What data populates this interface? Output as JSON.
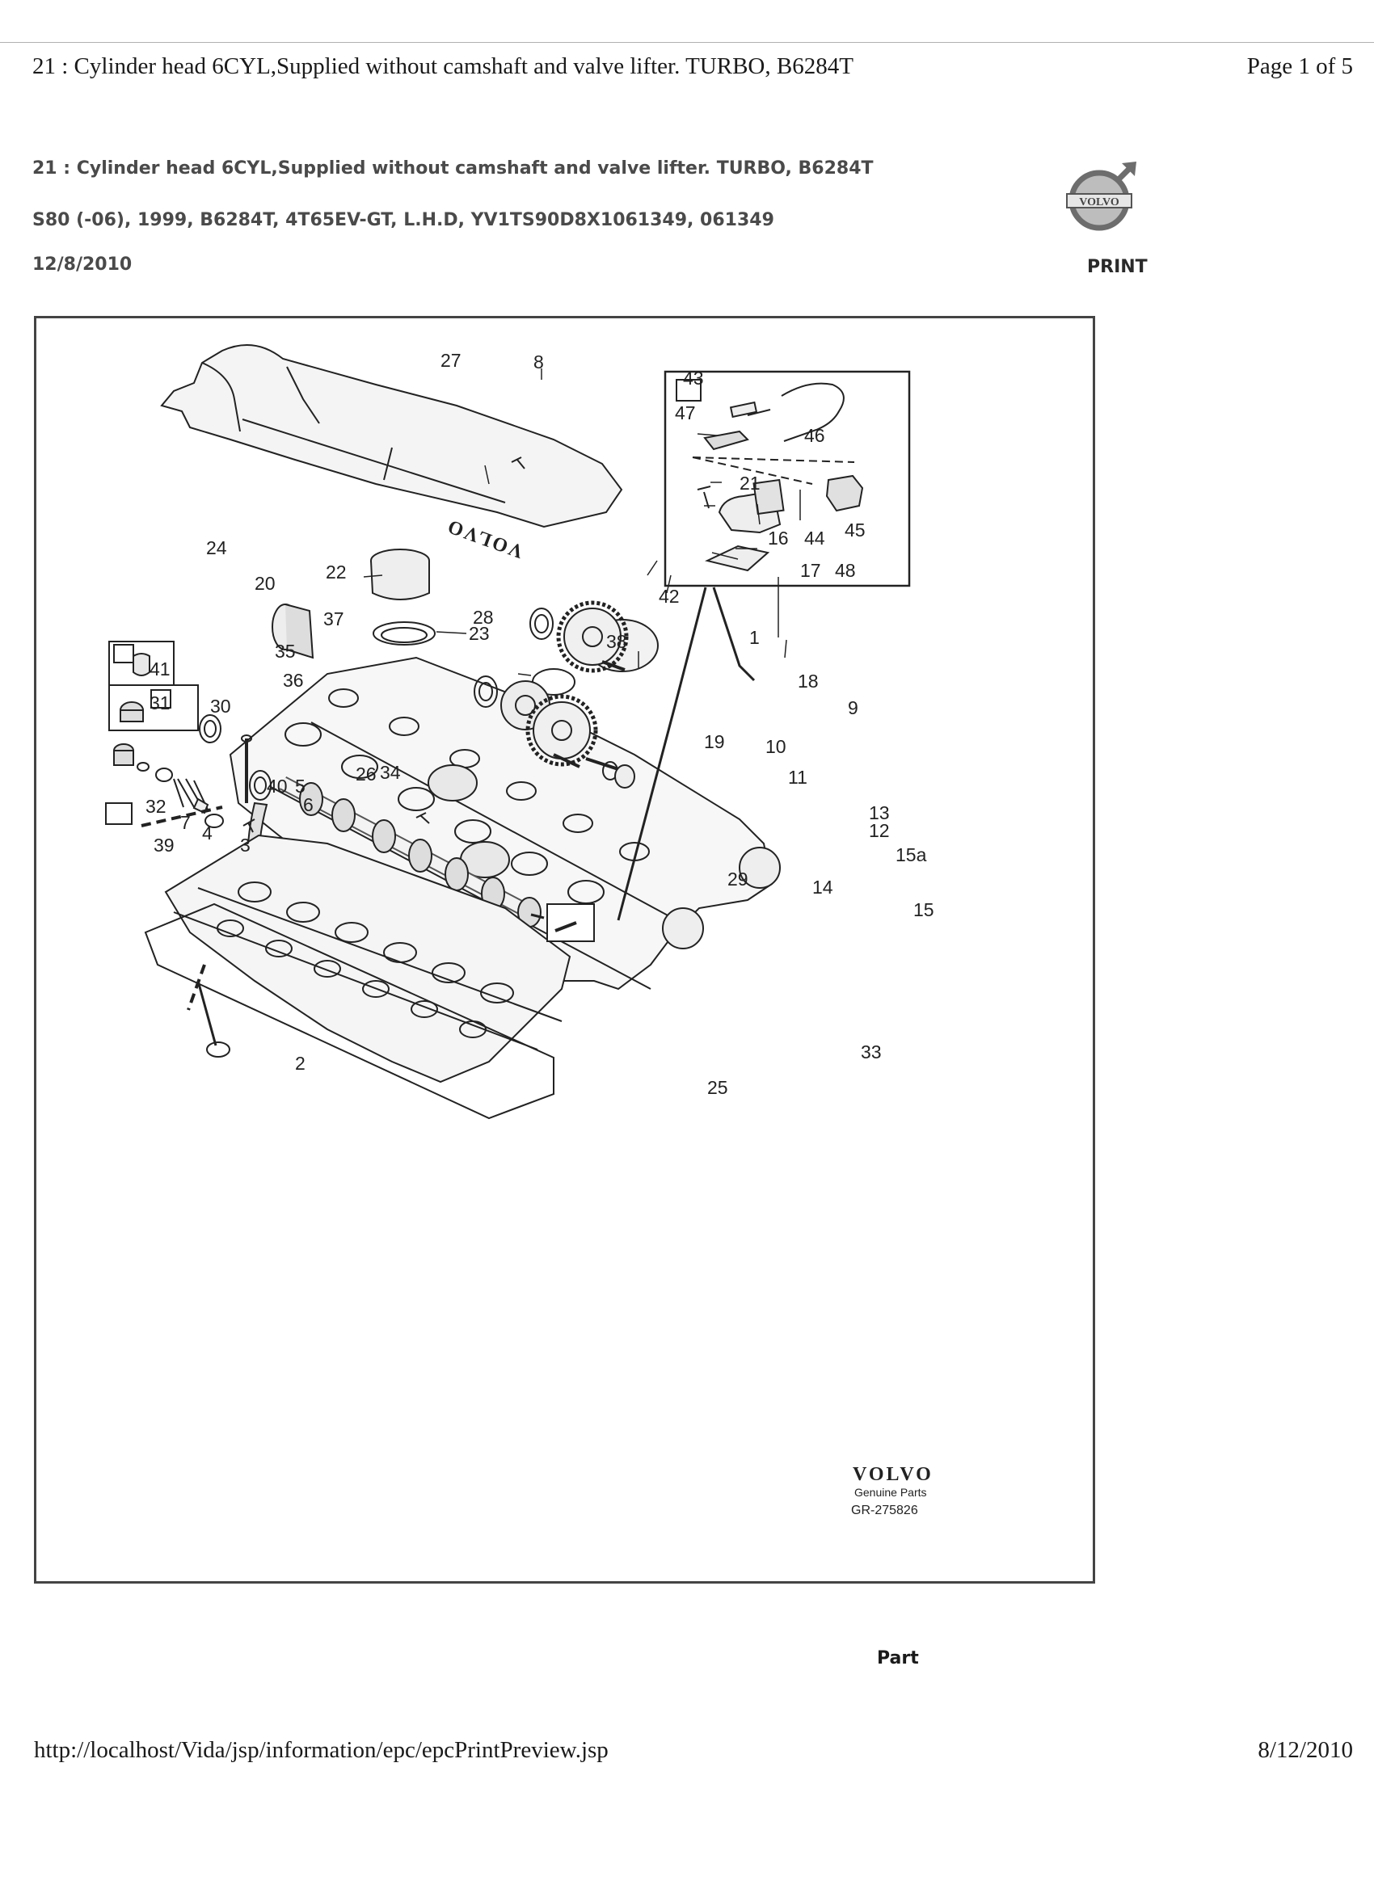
{
  "print_header": {
    "title": "21 : Cylinder head 6CYL,Supplied without camshaft and valve lifter. TURBO, B6284T",
    "page": "Page 1 of 5"
  },
  "document": {
    "section_title": "21 : Cylinder head 6CYL,Supplied without camshaft and valve lifter. TURBO, B6284T",
    "vehicle_info": "S80 (-06), 1999, B6284T, 4T65EV-GT, L.H.D, YV1TS90D8X1061349, 061349",
    "date": "12/8/2010",
    "print_label": "PRINT",
    "logo_text": "VOLVO"
  },
  "diagram": {
    "brand": "VOLVO",
    "brand_sub": "Genuine Parts",
    "reference": "GR-275826",
    "cover_text": "VOLVO",
    "callouts": {
      "c1": "1",
      "c2": "2",
      "c3": "3",
      "c4": "4",
      "c5": "5",
      "c6": "6",
      "c7": "7",
      "c8": "8",
      "c9": "9",
      "c10": "10",
      "c11": "11",
      "c12": "12",
      "c13": "13",
      "c14": "14",
      "c15": "15",
      "c15a": "15a",
      "c16": "16",
      "c17": "17",
      "c18": "18",
      "c19": "19",
      "c20": "20",
      "c21": "21",
      "c22": "22",
      "c23": "23",
      "c24": "24",
      "c25": "25",
      "c26": "26",
      "c27": "27",
      "c28": "28",
      "c29": "29",
      "c30": "30",
      "c31": "31",
      "c32": "32",
      "c33": "33",
      "c34": "34",
      "c35": "35",
      "c36": "36",
      "c37": "37",
      "c38": "38",
      "c39": "39",
      "c40": "40",
      "c41": "41",
      "c42": "42",
      "c43": "43",
      "c44": "44",
      "c45": "45",
      "c46": "46",
      "c47": "47",
      "c48": "48"
    }
  },
  "footer": {
    "part_label": "Part",
    "url": "http://localhost/Vida/jsp/information/epc/epcPrintPreview.jsp",
    "date": "8/12/2010"
  }
}
